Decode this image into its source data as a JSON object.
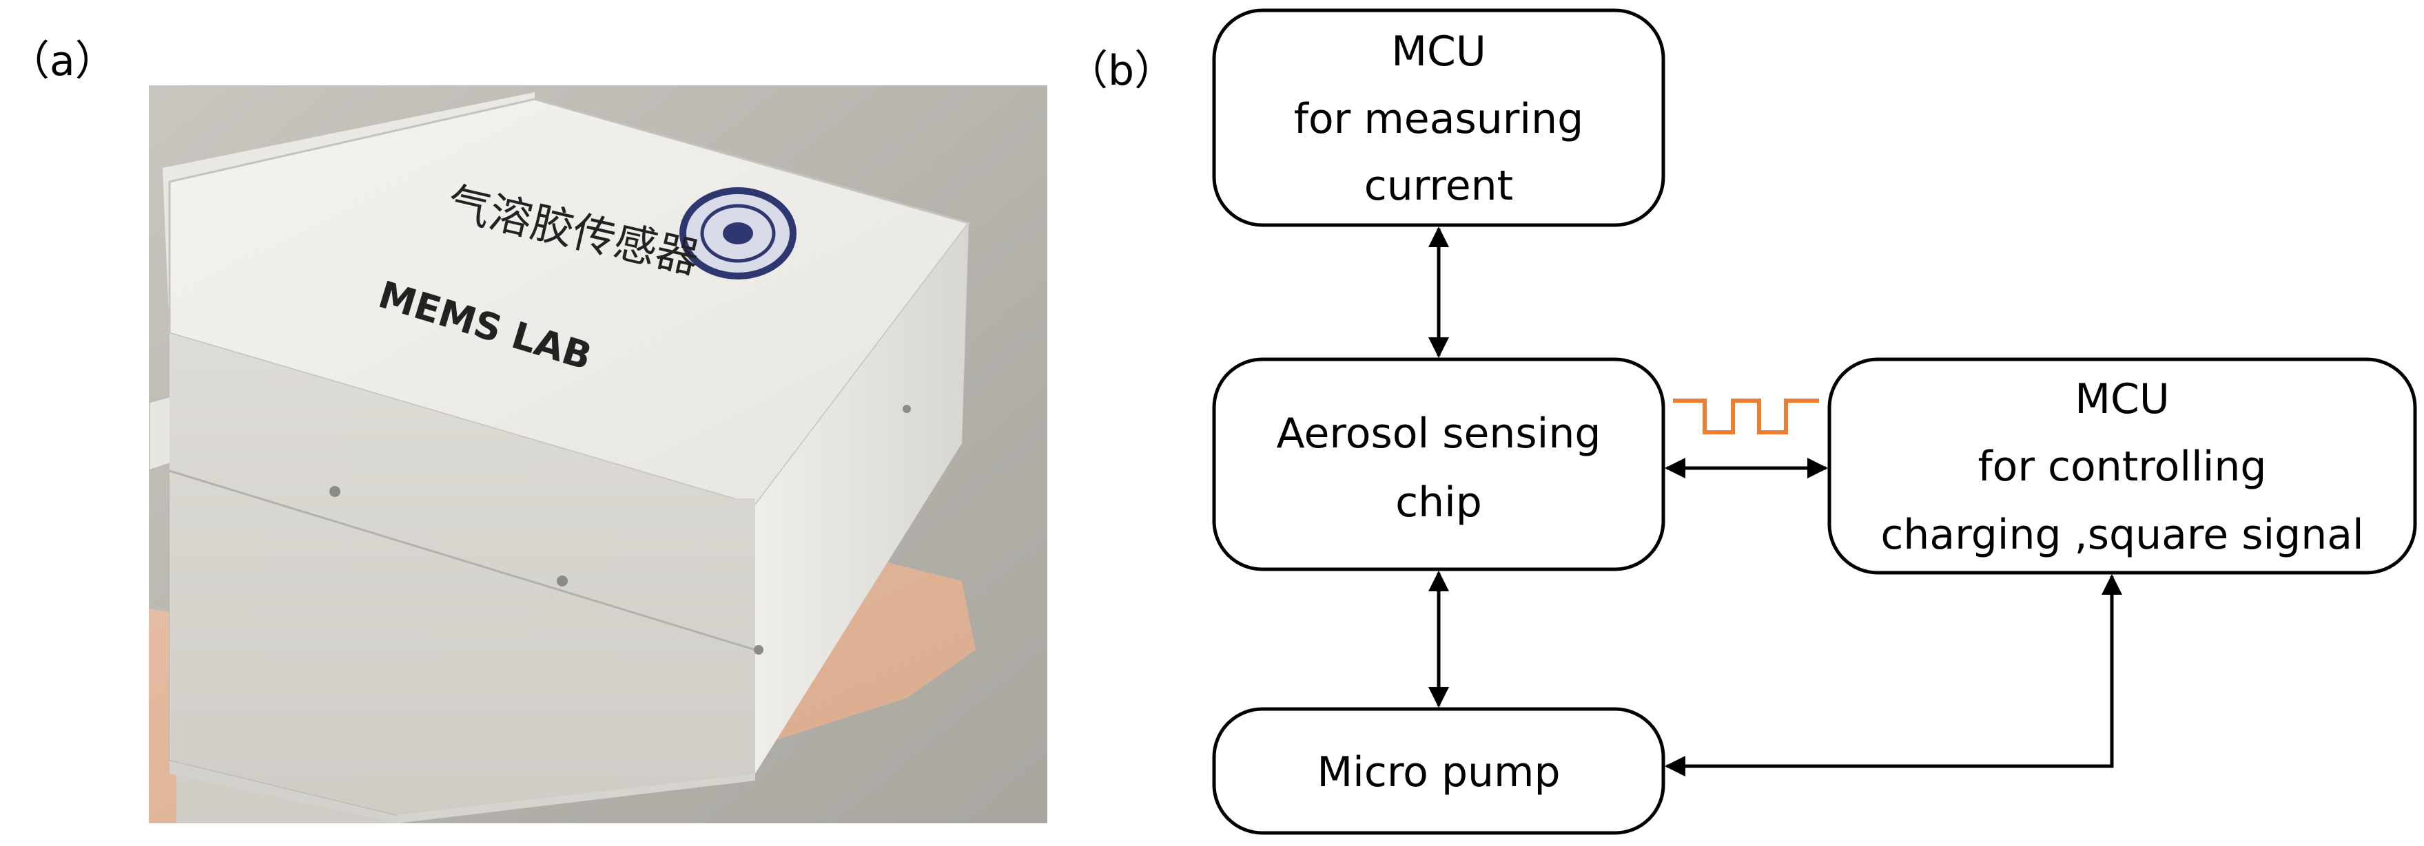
{
  "panels": {
    "a_label": "（a）",
    "b_label": "（b）"
  },
  "photo": {
    "box_text_cn": "气溶胶传感器",
    "box_text_en": "MEMS LAB"
  },
  "diagram": {
    "nodes": {
      "mcu_current": [
        "MCU",
        "for measuring",
        "current"
      ],
      "sensing_chip": [
        "Aerosol sensing",
        "chip"
      ],
      "mcu_control": [
        "MCU",
        "for controlling",
        "charging ,square signal"
      ],
      "micro_pump": [
        "Micro pump"
      ]
    },
    "colors": {
      "square_signal": "#ed7d31",
      "stroke": "#000000"
    }
  }
}
